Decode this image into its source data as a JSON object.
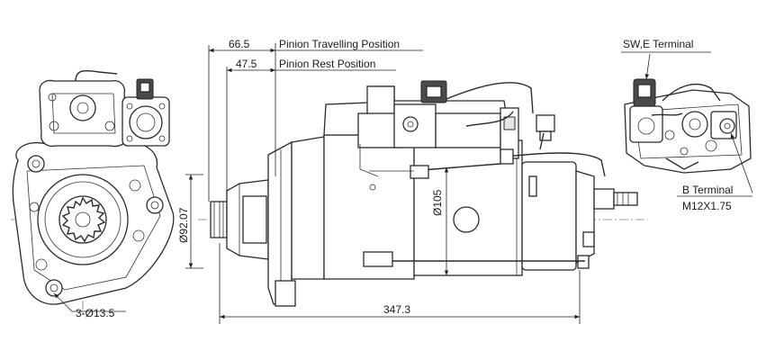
{
  "labels": {
    "pinion_travel_dim": "66.5",
    "pinion_travel_text": "Pinion Travelling Position",
    "pinion_rest_dim": "47.5",
    "pinion_rest_text": "Pinion Rest Position",
    "swe_terminal": "SW,E Terminal",
    "b_terminal": "B Terminal",
    "b_terminal_thread": "M12X1.75",
    "bore_dim": "Ø92.07",
    "body_dim": "Ø105",
    "length_dim": "347.3",
    "holes_dim": "3-Ø13.5"
  },
  "colors": {
    "line": "#2b2b2b",
    "text": "#1a1a1a",
    "background": "#ffffff"
  }
}
